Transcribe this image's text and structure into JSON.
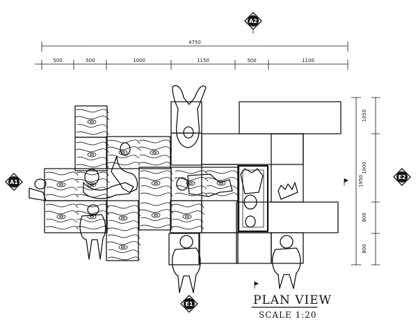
{
  "drawing": {
    "title": "PLAN VIEW",
    "scale": "SCALE 1:20",
    "overall_dimension": "4750",
    "top_dimensions": [
      "500",
      "500",
      "1000",
      "1150",
      "500",
      "1100"
    ],
    "right_overall_dimension": "1950",
    "right_dimensions": [
      "1050",
      "1000",
      "800",
      "800"
    ],
    "section_markers": {
      "top": "A2",
      "left": "A1",
      "right": "E2",
      "bottom": "E1"
    }
  }
}
